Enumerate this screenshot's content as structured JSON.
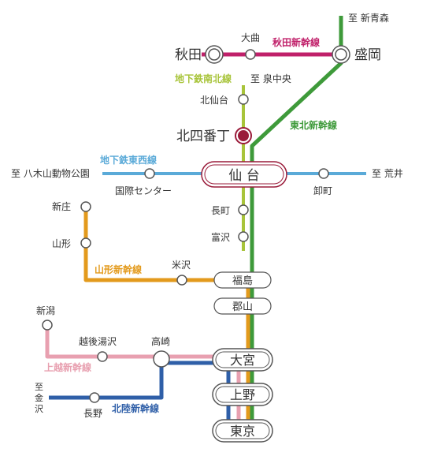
{
  "colors": {
    "tohoku": "#3e9a3a",
    "akita": "#c0206a",
    "yamagata": "#e39a1c",
    "joetsu": "#e8a0b0",
    "hokuriku": "#2f5fa8",
    "namboku": "#a8c43a",
    "tozai": "#5aaad8",
    "highlight_station": "#9a1b3a"
  },
  "lines": {
    "tohoku": "東北新幹線",
    "akita": "秋田新幹線",
    "yamagata": "山形新幹線",
    "joetsu": "上越新幹線",
    "hokuriku": "北陸新幹線",
    "namboku": "地下鉄南北線",
    "tozai": "地下鉄東西線"
  },
  "destinations": {
    "shin_aomori": "至 新青森",
    "izumi_chuo": "至 泉中央",
    "yagiyama": "至 八木山動物公園",
    "arai": "至 荒井",
    "kanazawa": "至\n金\n沢"
  },
  "stations": {
    "akita": "秋田",
    "omagari": "大曲",
    "morioka": "盛岡",
    "kitasendai": "北仙台",
    "kitayonbancho": "北四番丁",
    "sendai": "仙 台",
    "kokusai_center": "国際センター",
    "oroshimachi": "卸町",
    "nagamachi": "長町",
    "tomizawa": "富沢",
    "shinjo": "新庄",
    "yamagata": "山形",
    "yonezawa": "米沢",
    "fukushima": "福島",
    "koriyama": "郡山",
    "niigata": "新潟",
    "echigo_yuzawa": "越後湯沢",
    "takasaki": "高崎",
    "omiya": "大宮",
    "nagano": "長野",
    "ueno": "上野",
    "tokyo": "東京"
  }
}
